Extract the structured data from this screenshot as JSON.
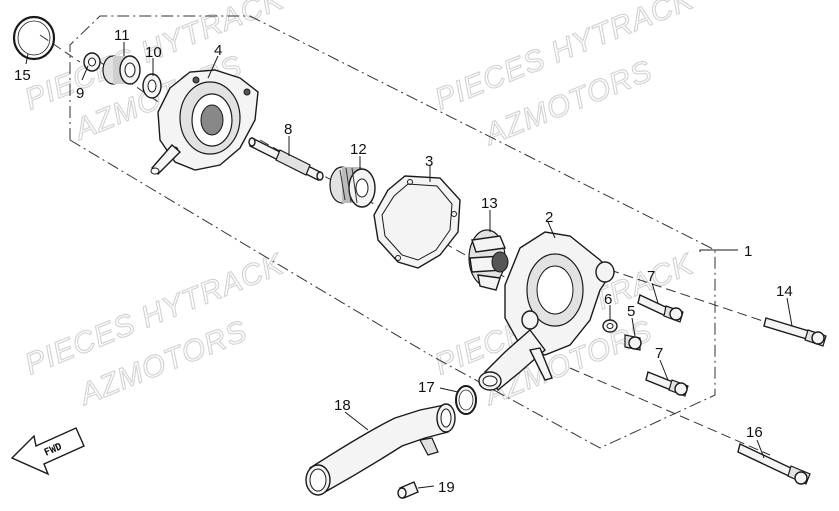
{
  "watermark": {
    "line1": "PIECES HYTRACK",
    "line2": "AZMOTORS"
  },
  "fwd_label": "FWD",
  "callouts": [
    {
      "id": "c1",
      "label": "1"
    },
    {
      "id": "c2",
      "label": "2"
    },
    {
      "id": "c3",
      "label": "3"
    },
    {
      "id": "c4",
      "label": "4"
    },
    {
      "id": "c5",
      "label": "5"
    },
    {
      "id": "c6",
      "label": "6"
    },
    {
      "id": "c7a",
      "label": "7"
    },
    {
      "id": "c7b",
      "label": "7"
    },
    {
      "id": "c8",
      "label": "8"
    },
    {
      "id": "c9",
      "label": "9"
    },
    {
      "id": "c10",
      "label": "10"
    },
    {
      "id": "c11",
      "label": "11"
    },
    {
      "id": "c12",
      "label": "12"
    },
    {
      "id": "c13",
      "label": "13"
    },
    {
      "id": "c14",
      "label": "14"
    },
    {
      "id": "c15",
      "label": "15"
    },
    {
      "id": "c16",
      "label": "16"
    },
    {
      "id": "c17",
      "label": "17"
    },
    {
      "id": "c18",
      "label": "18"
    },
    {
      "id": "c19",
      "label": "19"
    }
  ]
}
